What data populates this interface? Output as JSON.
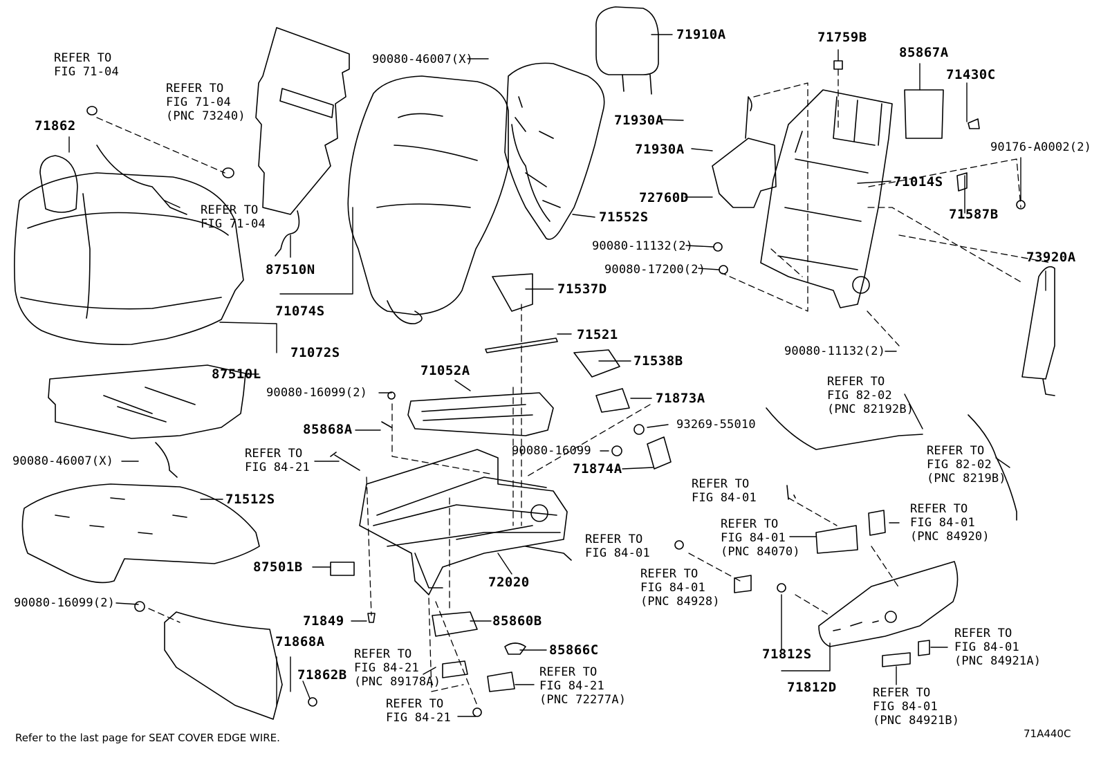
{
  "footer": {
    "note": "Refer to the last page for SEAT COVER EDGE WIRE.",
    "figure_code": "71A440C"
  },
  "parts": {
    "p71910A": "71910A",
    "p71759B": "71759B",
    "p85867A": "85867A",
    "p71430C": "71430C",
    "p90080_46007_top": "90080-46007(X)",
    "p71930A_1": "71930A",
    "p71930A_2": "71930A",
    "p90176": "90176-A0002(2)",
    "p71862": "71862",
    "p72760D": "72760D",
    "p71014S": "71014S",
    "p71552S": "71552S",
    "p71587B": "71587B",
    "p90080_11132_a": "90080-11132(2)",
    "p90080_17200": "90080-17200(2)",
    "p73920A": "73920A",
    "p87510N": "87510N",
    "p71074S": "71074S",
    "p71537D": "71537D",
    "p71521": "71521",
    "p71072S": "71072S",
    "p90080_11132_b": "90080-11132(2)",
    "p71538B": "71538B",
    "p71052A": "71052A",
    "p87510L": "87510L",
    "p90080_16099_2a": "90080-16099(2)",
    "p71873A": "71873A",
    "p85868A": "85868A",
    "p93269": "93269-55010",
    "p90080_16099": "90080-16099",
    "p90080_46007_mid": "90080-46007(X)",
    "p71874A": "71874A",
    "p71512S": "71512S",
    "p87501B": "87501B",
    "p72020": "72020",
    "p90080_16099_2b": "90080-16099(2)",
    "p71849": "71849",
    "p85860B": "85860B",
    "p71868A": "71868A",
    "p85866C": "85866C",
    "p71862B": "71862B",
    "p71812S": "71812S",
    "p71812D": "71812D"
  },
  "refs": {
    "r1": "REFER TO\nFIG 71-04",
    "r2": "REFER TO\nFIG 71-04\n(PNC 73240)",
    "r3": "REFER TO\nFIG 71-04",
    "r4": "REFER TO\nFIG 82-02\n(PNC 82192B)",
    "r5": "REFER TO\nFIG 82-02\n(PNC 8219B)",
    "r6": "REFER TO\nFIG 84-21",
    "r7": "REFER TO\nFIG 84-01",
    "r8": "REFER TO\nFIG 84-01\n(PNC 84070)",
    "r9": "REFER TO\nFIG 84-01\n(PNC 84920)",
    "r10": "REFER TO\nFIG 84-01",
    "r11": "REFER TO\nFIG 84-01\n(PNC 84928)",
    "r12": "REFER TO\nFIG 84-01\n(PNC 84921A)",
    "r13": "REFER TO\nFIG 84-21\n(PNC 89178A)",
    "r14": "REFER TO\nFIG 84-21\n(PNC 72277A)",
    "r15": "REFER TO\nFIG 84-21",
    "r16": "REFER TO\nFIG 84-01\n(PNC 84921B)"
  }
}
